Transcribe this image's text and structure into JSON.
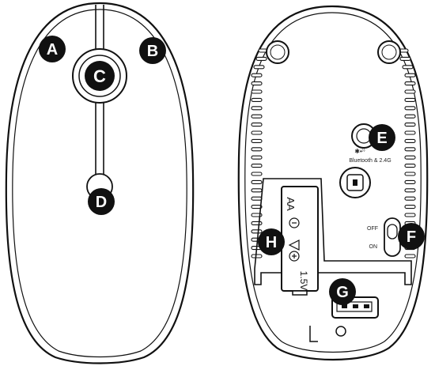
{
  "colors": {
    "outline": "#111111",
    "marker_fill": "#111111",
    "marker_text": "#ffffff",
    "background": "#ffffff"
  },
  "top_view": {
    "markers": {
      "a": "A",
      "b": "B",
      "c": "C",
      "d": "D"
    }
  },
  "bottom_view": {
    "markers": {
      "e": "E",
      "f": "F",
      "g": "G",
      "h": "H"
    },
    "mode_label": "Bluetooth & 2.4G",
    "mode_icons": "✱•⁾⁾",
    "switch_off": "OFF",
    "switch_on": "ON",
    "battery": {
      "type": "AA",
      "voltage": "1.5V"
    }
  }
}
